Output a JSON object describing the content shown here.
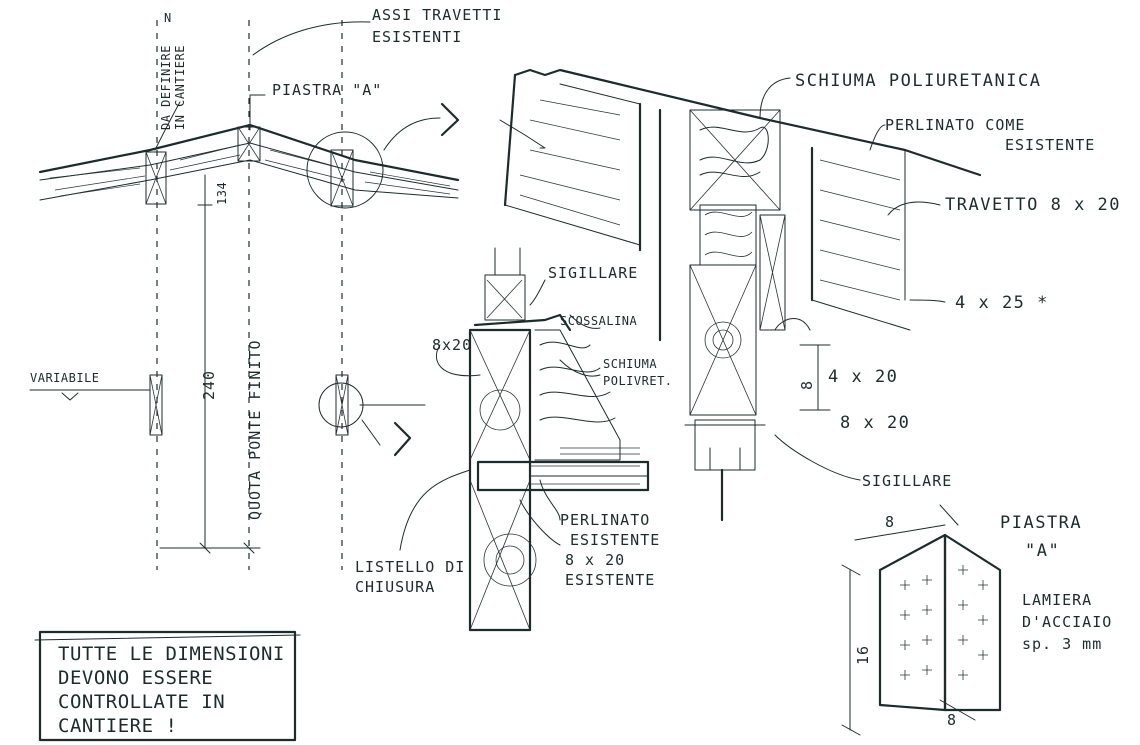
{
  "labels": {
    "assi_travetti": [
      "ASSI TRAVETTI",
      "ESISTENTI"
    ],
    "da_definire": [
      "DA DEFINIRE",
      "IN CANTIERE"
    ],
    "north_mark": "N",
    "piastra_a_top": "PIASTRA \"A\"",
    "dim_134": "134",
    "variabile": "VARIABILE",
    "dim_240": "240",
    "quota_ponte": "QUOTA PONTE FINITO",
    "schiuma_poliuretanica": "SCHIUMA POLIURETANICA",
    "perlinato_come": [
      "PERLINATO COME",
      "ESISTENTE"
    ],
    "travetto": "TRAVETTO 8 x 20",
    "dim_4x25": "4 x 25 *",
    "sigillare_1": "SIGILLARE",
    "scossalina": "SCOSSALINA",
    "sect_8x20_left": "8x20",
    "schiuma_polivret": [
      "SCHIUMA",
      "POLIVRET."
    ],
    "dim_8": "8",
    "dim_4x20": "4 x 20",
    "dim_8x20_right": "8 x 20",
    "sigillare_2": "SIGILLARE",
    "perlinato_esistente": [
      "PERLINATO",
      "ESISTENTE"
    ],
    "esistente_8x20": [
      "8 x 20",
      "ESISTENTE"
    ],
    "listello": [
      "LISTELLO DI",
      "CHIUSURA"
    ],
    "piastra_a_detail": [
      "PIASTRA",
      "\"A\""
    ],
    "lamiera": [
      "LAMIERA",
      "D'ACCIAIO",
      "sp. 3 mm"
    ],
    "plate_dim_8_top": "8",
    "plate_dim_16": "16",
    "plate_dim_8_bottom": "8"
  },
  "note": [
    "TUTTE LE DIMENSIONI",
    "DEVONO ESSERE",
    "CONTROLLATE IN",
    "CANTIERE !"
  ]
}
